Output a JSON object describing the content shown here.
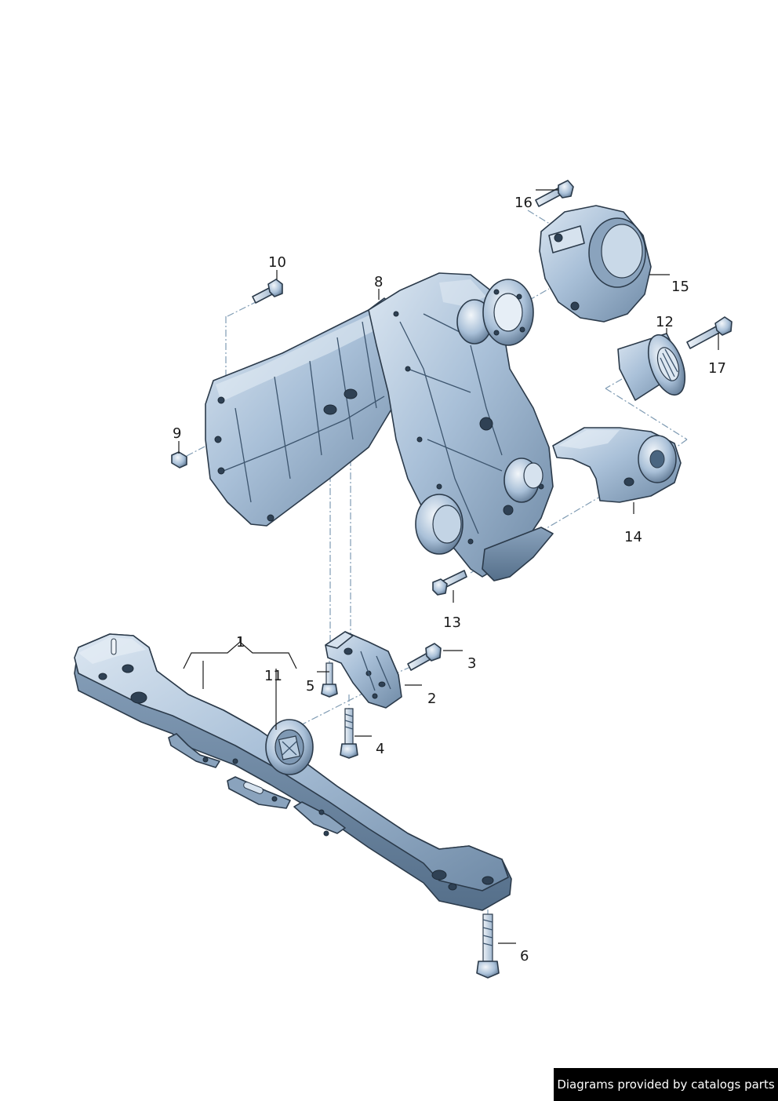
{
  "callouts": {
    "c1": "1",
    "c2": "2",
    "c3": "3",
    "c4": "4",
    "c5": "5",
    "c6": "6",
    "c8": "8",
    "c9": "9",
    "c10": "10",
    "c11": "11",
    "c12": "12",
    "c13": "13",
    "c14": "14",
    "c15": "15",
    "c16": "16",
    "c17": "17"
  },
  "credit": "Diagrams provided by catalogs parts",
  "colors": {
    "part_fill": "#a9c0d8",
    "part_light": "#d6e2ee",
    "part_shadow": "#6f8aa6",
    "outline": "#2b3a4a",
    "credit_bg": "#000000"
  }
}
